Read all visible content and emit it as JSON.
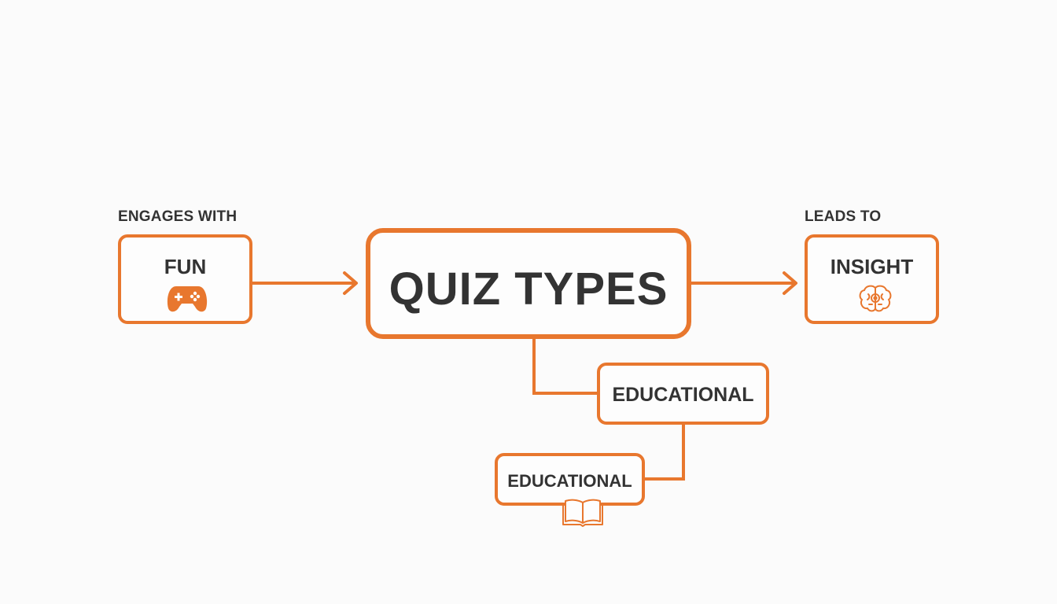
{
  "central": {
    "title": "QUIZ TYPES"
  },
  "left": {
    "caption": "ENGAGES WITH",
    "label": "FUN",
    "icon": "gamepad-icon"
  },
  "right": {
    "caption": "LEADS TO",
    "label": "INSIGHT",
    "icon": "brain-icon"
  },
  "branches": [
    {
      "label": "EDUCATIONAL"
    },
    {
      "label": "EDUCATIONAL",
      "icon": "book-icon"
    }
  ],
  "colors": {
    "accent": "#e8772e",
    "text": "#333333",
    "background": "#fbfbfb"
  }
}
